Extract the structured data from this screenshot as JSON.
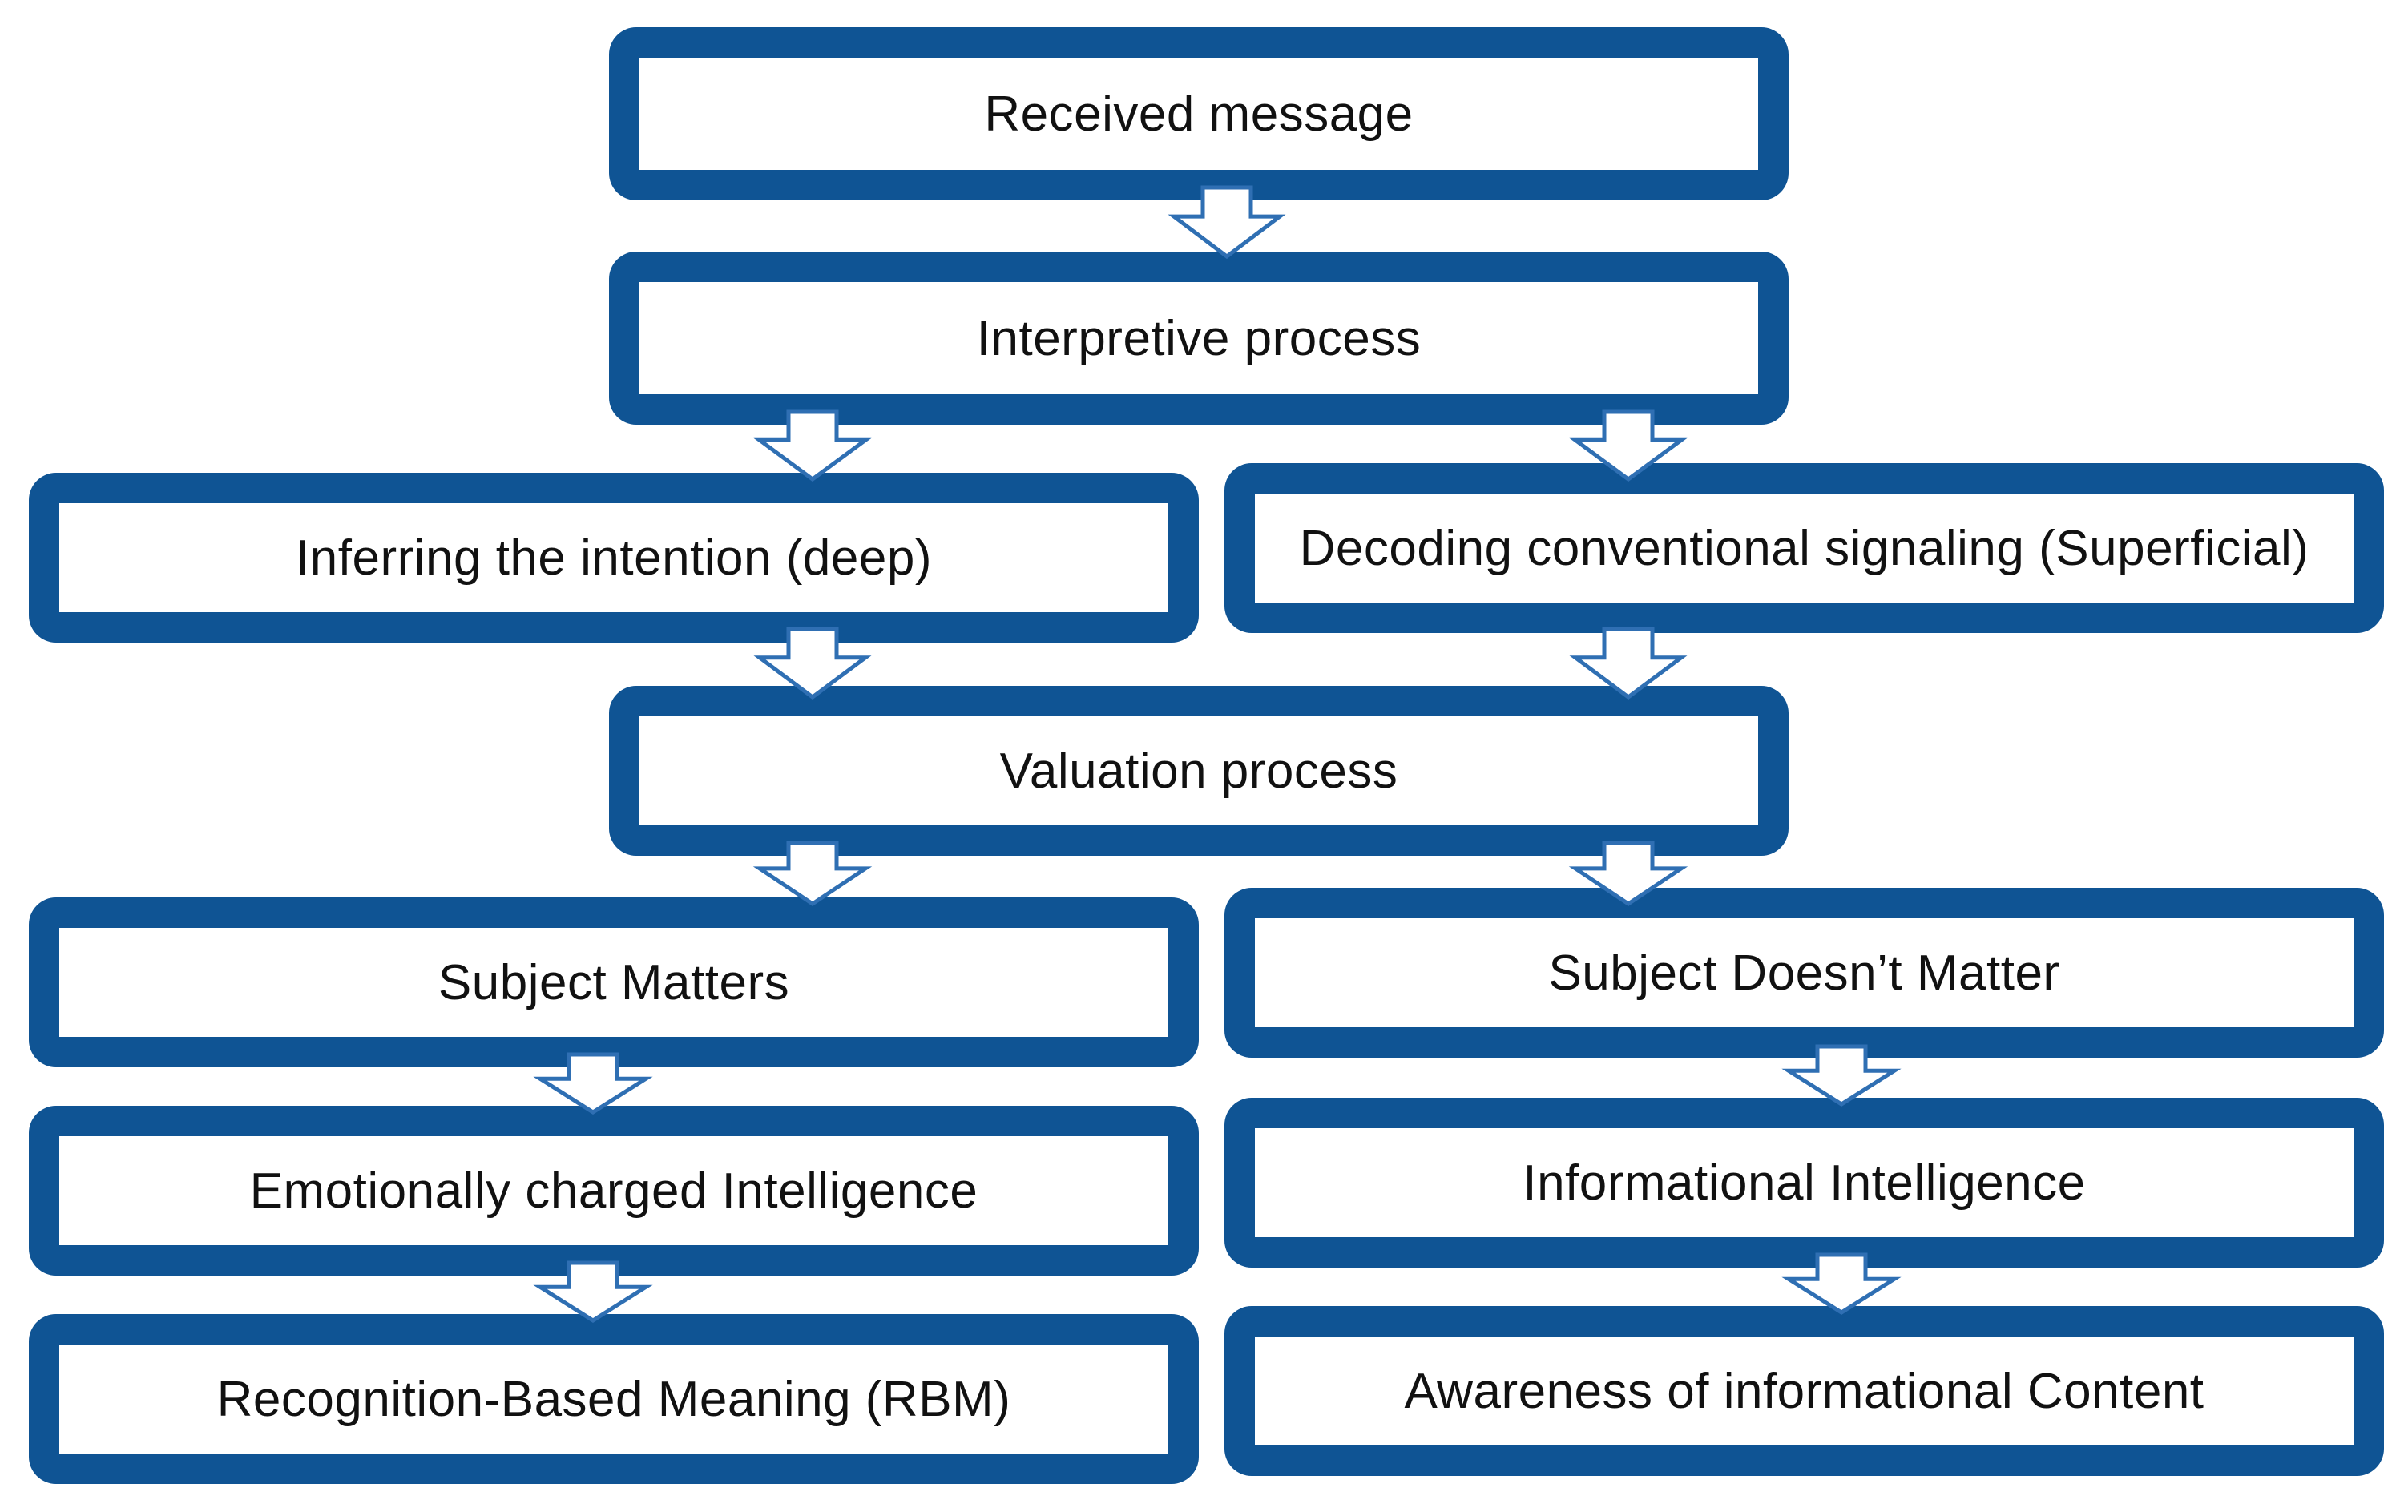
{
  "colors": {
    "box_border": "#0f5494",
    "box_fill": "#ffffff",
    "arrow_outline": "#2f6fb3",
    "arrow_fill": "#ffffff",
    "text": "#111111"
  },
  "nodes": {
    "received_message": "Received message",
    "interpretive_process": "Interpretive process",
    "inferring_intention": "Inferring the intention (deep)",
    "decoding_signaling": "Decoding conventional signaling (Superficial)",
    "valuation_process": "Valuation process",
    "subject_matters": "Subject Matters",
    "subject_doesnt_matter": "Subject Doesn’t Matter",
    "emotionally_charged": "Emotionally charged Intelligence",
    "informational_intelligence": "Informational Intelligence",
    "rbm": "Recognition-Based Meaning (RBM)",
    "awareness_content": "Awareness of informational Content"
  },
  "edges": [
    {
      "from": "received_message",
      "to": "interpretive_process",
      "icon": "down-arrow-icon"
    },
    {
      "from": "interpretive_process",
      "to": "inferring_intention",
      "icon": "down-arrow-icon"
    },
    {
      "from": "interpretive_process",
      "to": "decoding_signaling",
      "icon": "down-arrow-icon"
    },
    {
      "from": "inferring_intention",
      "to": "valuation_process",
      "icon": "down-arrow-icon"
    },
    {
      "from": "decoding_signaling",
      "to": "valuation_process",
      "icon": "down-arrow-icon"
    },
    {
      "from": "valuation_process",
      "to": "subject_matters",
      "icon": "down-arrow-icon"
    },
    {
      "from": "valuation_process",
      "to": "subject_doesnt_matter",
      "icon": "down-arrow-icon"
    },
    {
      "from": "subject_matters",
      "to": "emotionally_charged",
      "icon": "down-arrow-icon"
    },
    {
      "from": "emotionally_charged",
      "to": "rbm",
      "icon": "down-arrow-icon"
    },
    {
      "from": "subject_doesnt_matter",
      "to": "informational_intelligence",
      "icon": "down-arrow-icon"
    },
    {
      "from": "informational_intelligence",
      "to": "awareness_content",
      "icon": "down-arrow-icon"
    }
  ]
}
